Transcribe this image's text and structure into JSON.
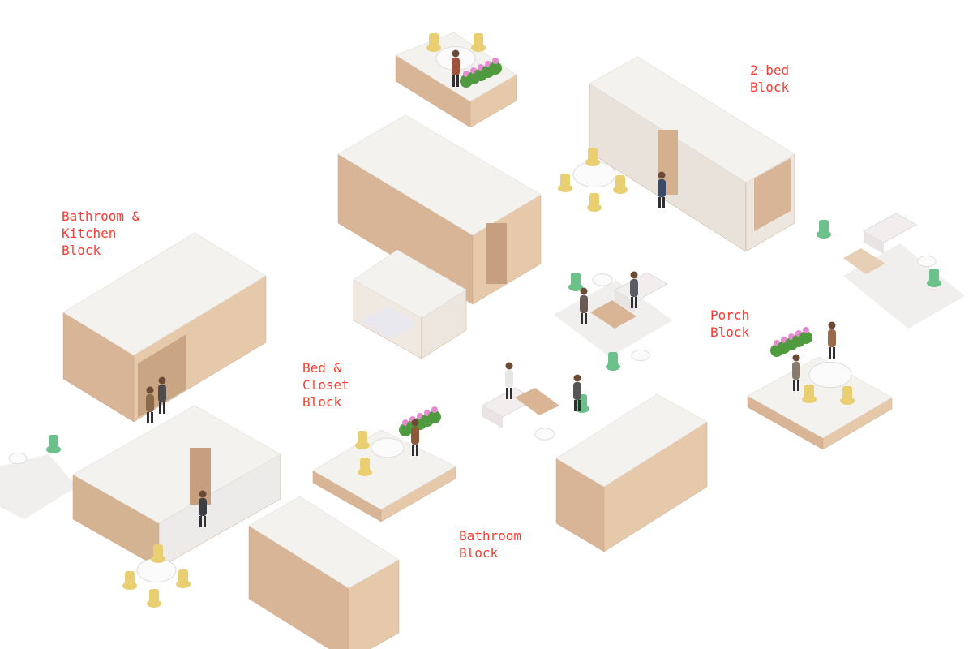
{
  "colors": {
    "label": "#ff3b2f",
    "top": "#f4f2ef",
    "wood_left": "#d8b596",
    "wood_right": "#e6c9ab",
    "chair_green": "#6cc08a",
    "chair_yellow": "#e9cf72",
    "plant_pink": "#e58bd0",
    "plant_green": "#4f9a3e"
  },
  "labels": {
    "two_bed": "2-bed\nBlock",
    "bathroom_kitchen": "Bathroom &\nKitchen\nBlock",
    "bed_closet": "Bed &\nCloset\nBlock",
    "porch": "Porch\nBlock",
    "bathroom": "Bathroom\nBlock"
  }
}
